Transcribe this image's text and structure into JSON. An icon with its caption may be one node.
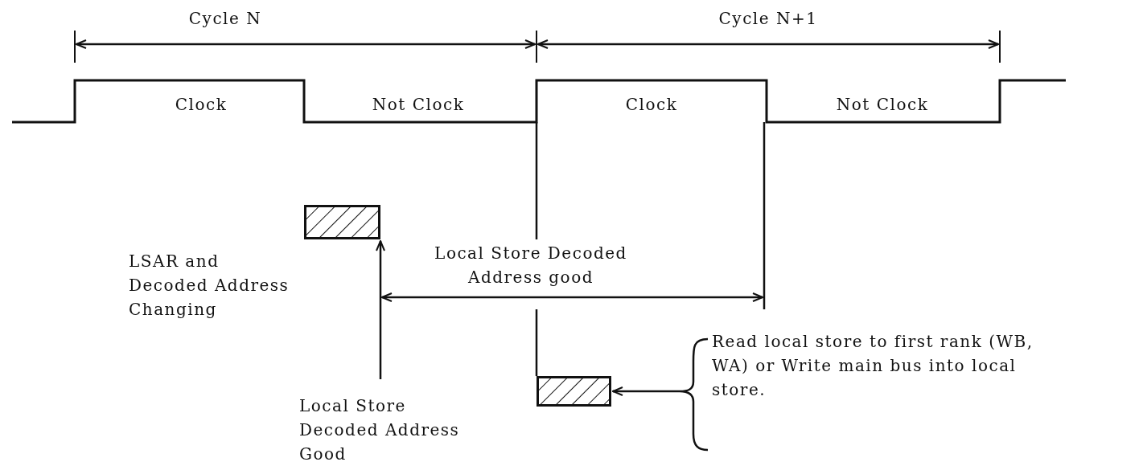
{
  "diagram": {
    "nodes": [
      {
        "text": [],
        "shape": "box",
        "beside": [
          "LSAR and Decoded Address Changing"
        ]
      },
      {
        "text": [],
        "shape": "box"
      },
      {
        "text": [
          "Read local store to first rank (WB, WA) or Write main bus into local store."
        ]
      },
      {
        "text": [
          "Local Store Decoded Address Good"
        ]
      }
    ],
    "edges": [
      {
        "from": 3,
        "to": 0,
        "arrow": "to"
      },
      {
        "from": 2,
        "to": 1,
        "arrow": "to"
      }
    ],
    "labels": [
      "Cycle N",
      "Cycle N+1",
      "Clock",
      "Not Clock",
      "Clock",
      "Not Clock",
      "Local Store Decoded Address good"
    ]
  }
}
